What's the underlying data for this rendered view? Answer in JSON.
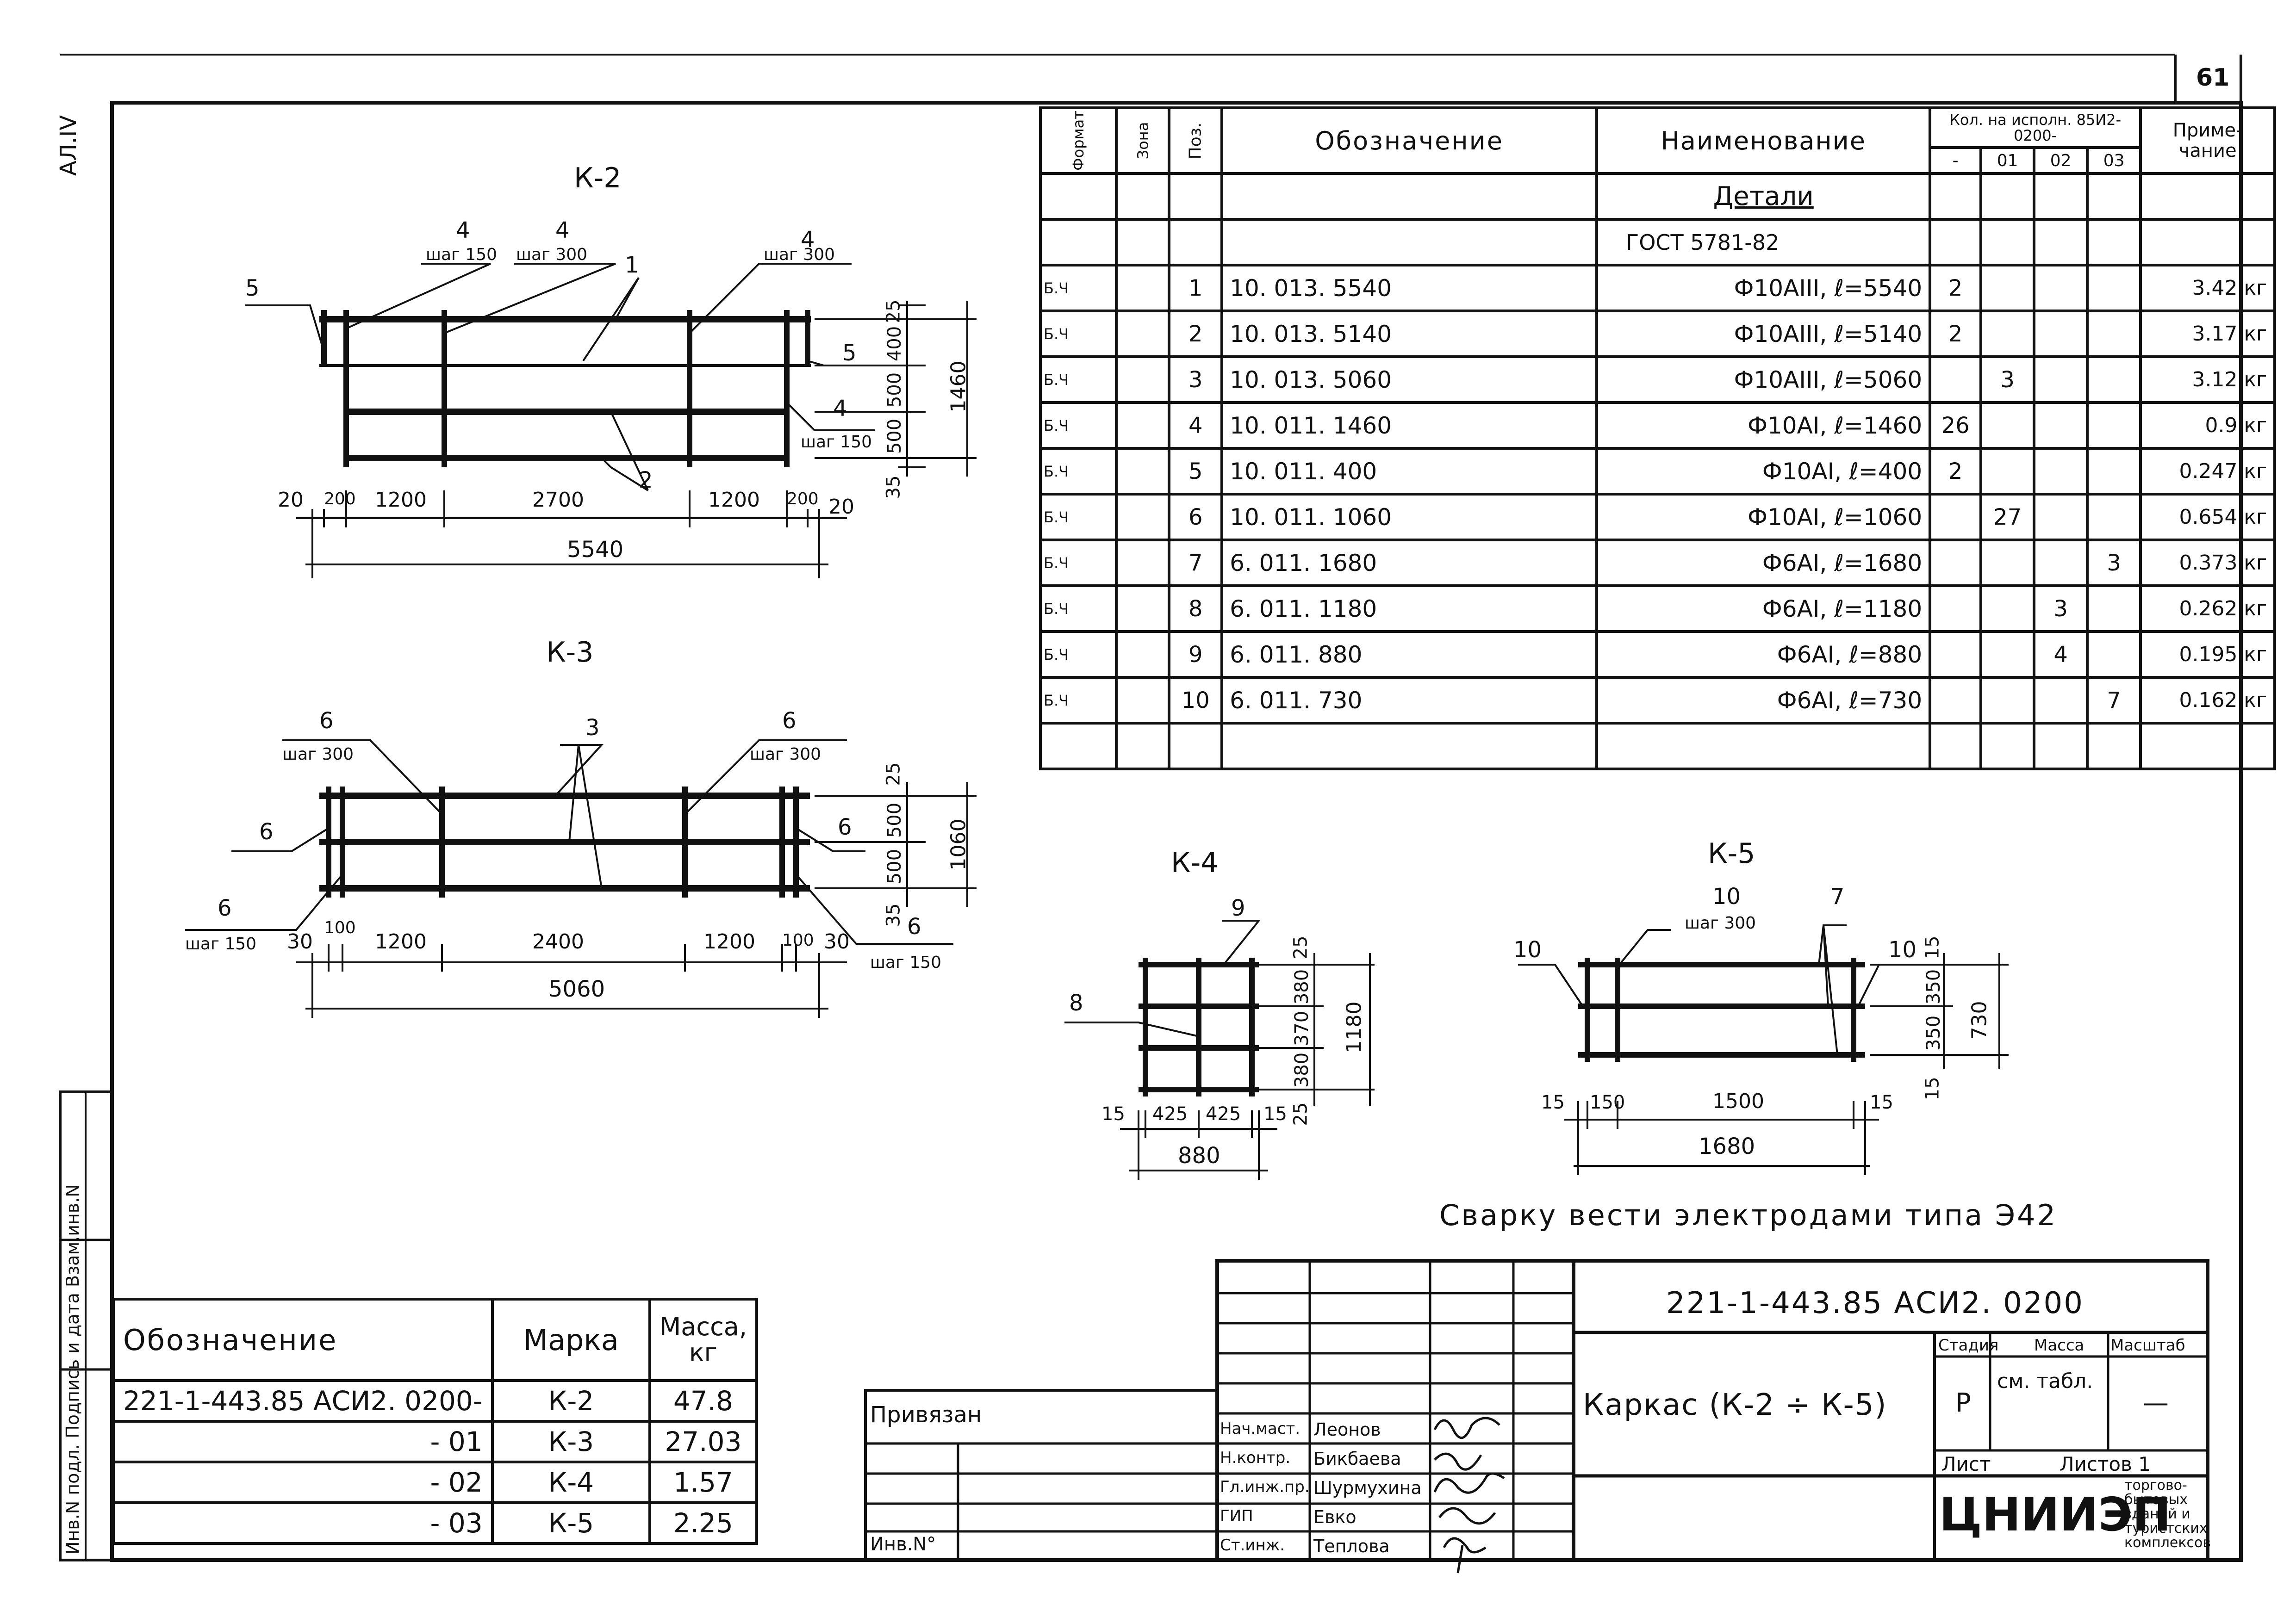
{
  "sheet": {
    "page_number": "61",
    "side_mark": "АЛ.IV",
    "side_stamp": "Инв.N подл. Подпись и дата Взам.инв.N"
  },
  "drawings": {
    "k2": {
      "title": "К-2",
      "l_pos4_a": "4",
      "l_step150_a": "шаг 150",
      "l_pos4_b": "4",
      "l_step300_a": "шаг 300",
      "l_pos4_c": "4",
      "l_step300_b": "шаг 300",
      "l_pos1": "1",
      "l_pos5_left": "5",
      "l_pos5_right": "5",
      "l_pos4_right": "4",
      "l_step150_right": "шаг 150",
      "l_pos2": "2",
      "d_25": "25",
      "d_400": "400",
      "d_500_a": "500",
      "d_500_b": "500",
      "d_35": "35",
      "d_1460": "1460",
      "d_20_l": "20",
      "d_200_l": "200",
      "d_1200_l": "1200",
      "d_2700": "2700",
      "d_1200_r": "1200",
      "d_200_r": "200",
      "d_20_r": "20",
      "d_total": "5540"
    },
    "k3": {
      "title": "К-3",
      "l_pos6_a": "6",
      "l_step300_a": "шаг 300",
      "l_pos3": "3",
      "l_pos6_b": "6",
      "l_step300_b": "шаг 300",
      "l_pos6_left": "6",
      "l_pos6_right": "6",
      "l_pos6_bl": "6",
      "l_step150_bl": "шаг 150",
      "l_pos6_br": "6",
      "l_step150_br": "шаг 150",
      "d_25": "25",
      "d_500_a": "500",
      "d_500_b": "500",
      "d_35": "35",
      "d_1060": "1060",
      "d_30_l": "30",
      "d_100_l": "100",
      "d_1200_l": "1200",
      "d_2400": "2400",
      "d_1200_r": "1200",
      "d_100_r": "100",
      "d_30_r": "30",
      "d_total": "5060"
    },
    "k4": {
      "title": "К-4",
      "l_pos9": "9",
      "l_pos8": "8",
      "d_25_t": "25",
      "d_380_a": "380",
      "d_370": "370",
      "d_380_b": "380",
      "d_25_b": "25",
      "d_1180": "1180",
      "d_15_l": "15",
      "d_425_a": "425",
      "d_425_b": "425",
      "d_15_r": "15",
      "d_total": "880"
    },
    "k5": {
      "title": "К-5",
      "l_pos10_a": "10",
      "l_step300": "шаг 300",
      "l_pos7": "7",
      "l_pos10_left": "10",
      "l_pos10_right": "10",
      "d_15_t": "15",
      "d_350_a": "350",
      "d_350_b": "350",
      "d_15_b": "15",
      "d_730": "730",
      "d_15_l": "15",
      "d_150": "150",
      "d_1500": "1500",
      "d_15_r": "15",
      "d_total": "1680"
    },
    "welding_note": "Сварку вести электродами типа Э42"
  },
  "spec": {
    "headers": {
      "format": "Формат",
      "zone": "Зона",
      "pos": "Поз.",
      "designation": "Обозначение",
      "name": "Наименование",
      "qty": "Кол. на испoлн. 85И2-0200-",
      "q0": "-",
      "q1": "01",
      "q2": "02",
      "q3": "03",
      "note": "Приме- чание"
    },
    "section": "Детали",
    "standard": "ГОСТ 5781-82",
    "rows": [
      {
        "fmt": "Б.Ч",
        "pos": "1",
        "des": "10. 013. 5540",
        "name": "Ф10AIII, ℓ=5540",
        "q0": "2",
        "q1": "",
        "q2": "",
        "q3": "",
        "note": "3.42 кг"
      },
      {
        "fmt": "Б.Ч",
        "pos": "2",
        "des": "10. 013. 5140",
        "name": "Ф10AIII, ℓ=5140",
        "q0": "2",
        "q1": "",
        "q2": "",
        "q3": "",
        "note": "3.17 кг"
      },
      {
        "fmt": "Б.Ч",
        "pos": "3",
        "des": "10. 013. 5060",
        "name": "Ф10AIII, ℓ=5060",
        "q0": "",
        "q1": "3",
        "q2": "",
        "q3": "",
        "note": "3.12 кг"
      },
      {
        "fmt": "Б.Ч",
        "pos": "4",
        "des": "10. 011. 1460",
        "name": "Ф10AI, ℓ=1460",
        "q0": "26",
        "q1": "",
        "q2": "",
        "q3": "",
        "note": "0.9 кг"
      },
      {
        "fmt": "Б.Ч",
        "pos": "5",
        "des": "10. 011. 400",
        "name": "Ф10AI, ℓ=400",
        "q0": "2",
        "q1": "",
        "q2": "",
        "q3": "",
        "note": "0.247 кг"
      },
      {
        "fmt": "Б.Ч",
        "pos": "6",
        "des": "10. 011. 1060",
        "name": "Ф10AI, ℓ=1060",
        "q0": "",
        "q1": "27",
        "q2": "",
        "q3": "",
        "note": "0.654 кг"
      },
      {
        "fmt": "Б.Ч",
        "pos": "7",
        "des": "6. 011. 1680",
        "name": "Ф6AI, ℓ=1680",
        "q0": "",
        "q1": "",
        "q2": "",
        "q3": "3",
        "note": "0.373 кг"
      },
      {
        "fmt": "Б.Ч",
        "pos": "8",
        "des": "6. 011. 1180",
        "name": "Ф6AI, ℓ=1180",
        "q0": "",
        "q1": "",
        "q2": "3",
        "q3": "",
        "note": "0.262 кг"
      },
      {
        "fmt": "Б.Ч",
        "pos": "9",
        "des": "6. 011. 880",
        "name": "Ф6AI, ℓ=880",
        "q0": "",
        "q1": "",
        "q2": "4",
        "q3": "",
        "note": "0.195 кг"
      },
      {
        "fmt": "Б.Ч",
        "pos": "10",
        "des": "6. 011. 730",
        "name": "Ф6AI, ℓ=730",
        "q0": "",
        "q1": "",
        "q2": "",
        "q3": "7",
        "note": "0.162 кг"
      }
    ]
  },
  "marks_table": {
    "headers": {
      "designation": "Обозначение",
      "mark": "Марка",
      "mass": "Масса, кг"
    },
    "rows": [
      {
        "des": "221-1-443.85   АСИ2. 0200-",
        "mark": "К-2",
        "mass": "47.8"
      },
      {
        "des": "- 01",
        "mark": "К-3",
        "mass": "27.03"
      },
      {
        "des": "- 02",
        "mark": "К-4",
        "mass": "1.57"
      },
      {
        "des": "- 03",
        "mark": "К-5",
        "mass": "2.25"
      }
    ]
  },
  "title_block": {
    "code": "221-1-443.85   АСИ2. 0200",
    "title": "Каркас (К-2 ÷ К-5)",
    "stage_label": "Стадия",
    "mass_label": "Масса",
    "scale_label": "Масштаб",
    "stage": "Р",
    "mass": "см. табл.",
    "scale": "—",
    "sheet_label": "Лист",
    "sheets_label": "Листов 1",
    "org": "ЦНИИЭП",
    "org_desc": "торгово-бытовых зданий и туристских комплексов",
    "bound": "Привязан",
    "inv": "Инв.N°",
    "roles": [
      {
        "role": "Нач.маст.",
        "name": "Леонов"
      },
      {
        "role": "Н.контр.",
        "name": "Бикбаева"
      },
      {
        "role": "Гл.инж.пр.",
        "name": "Шурмухина"
      },
      {
        "role": "ГИП",
        "name": "Евко"
      },
      {
        "role": "Ст.инж.",
        "name": "Теплова"
      }
    ]
  }
}
